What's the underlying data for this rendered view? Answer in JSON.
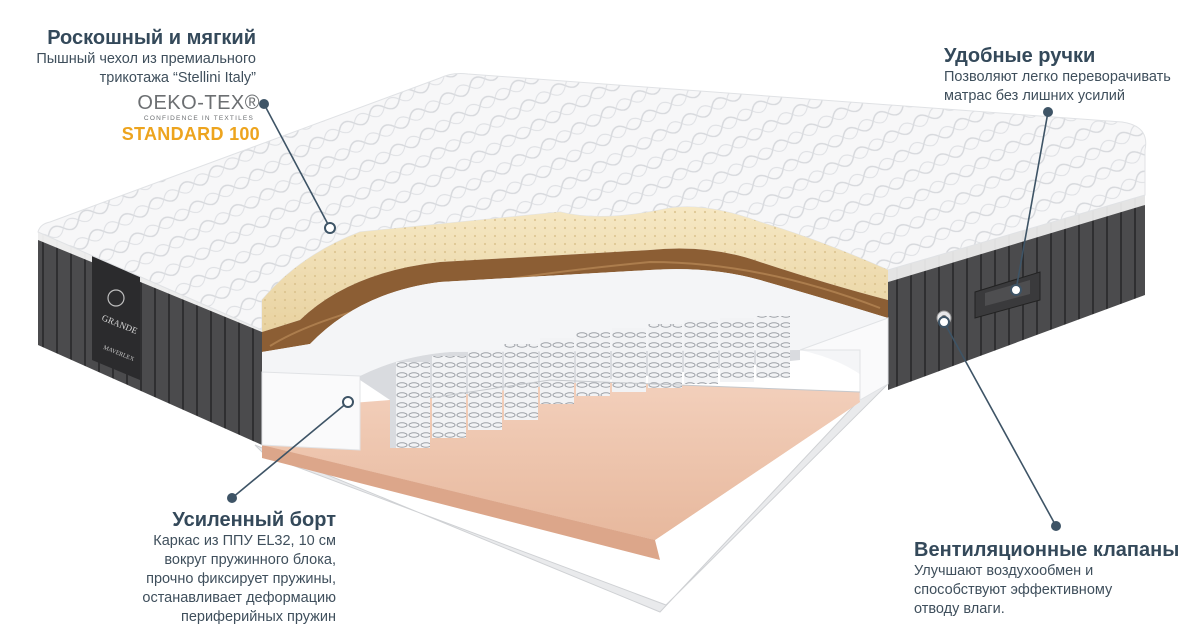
{
  "callouts": {
    "luxury": {
      "title": "Роскошный и мягкий",
      "lines": [
        "Пышный чехол из премиального",
        "трикотажа “Stellini Italy”"
      ]
    },
    "handles": {
      "title": "Удобные ручки",
      "lines": [
        "Позволяют легко переворачивать",
        "матрас без лишних усилий"
      ]
    },
    "border": {
      "title": "Усиленный борт",
      "lines": [
        "Каркас из ППУ EL32, 10 см",
        "вокруг пружинного блока,",
        "прочно фиксирует пружины,",
        "останавливает деформацию",
        "периферийных пружин"
      ]
    },
    "vents": {
      "title": "Вентиляционные клапаны",
      "lines": [
        "Улучшают воздухообмен и",
        "способствуют эффективному",
        "отводу влаги."
      ]
    }
  },
  "certification": {
    "name": "OEKO-TEX®",
    "tagline": "CONFIDENCE IN TEXTILES",
    "standard": "STANDARD 100"
  },
  "brand_label": {
    "brand": "GRANDE",
    "sub": "MAVERLEX"
  },
  "colors": {
    "title": "#34495a",
    "text": "#3f4f5c",
    "pointer": "#3e5466",
    "oeko_gray": "#6c6f72",
    "standard_orange": "#eda41e",
    "latex": "#f1dfb3",
    "coir": "#9a6a3c",
    "foam_base": "#eec3aa",
    "side_panel": "#4a4a4c",
    "cover": "#f4f5f7"
  }
}
